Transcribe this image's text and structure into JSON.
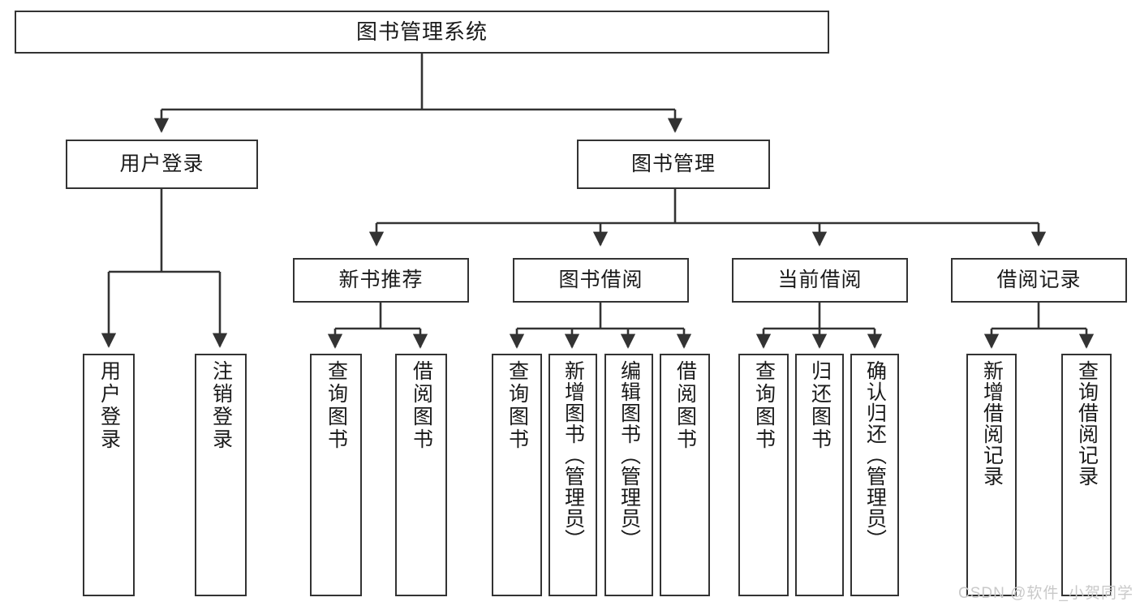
{
  "diagram": {
    "type": "tree",
    "title": "图书管理系统",
    "watermark": "CSDN @软件_小贺同学",
    "colors": {
      "stroke": "#333333",
      "fill": "#ffffff",
      "text": "#1a1a1a",
      "watermark": "#c9c9c9"
    },
    "nodes": {
      "root": {
        "label": "图书管理系统"
      },
      "level2": [
        {
          "id": "user-login",
          "label": "用户登录"
        },
        {
          "id": "book-manage",
          "label": "图书管理"
        }
      ],
      "level3": [
        {
          "id": "new-book-rec",
          "label": "新书推荐"
        },
        {
          "id": "book-borrow",
          "label": "图书借阅"
        },
        {
          "id": "current-borrow",
          "label": "当前借阅"
        },
        {
          "id": "borrow-record",
          "label": "借阅记录"
        }
      ],
      "leaves": [
        {
          "id": "leaf-user-login",
          "label": "用户登录",
          "parent": "user-login"
        },
        {
          "id": "leaf-user-logout",
          "label": "注销登录",
          "parent": "user-login"
        },
        {
          "id": "leaf-query-book-1",
          "label": "查询图书",
          "parent": "new-book-rec"
        },
        {
          "id": "leaf-borrow-book-1",
          "label": "借阅图书",
          "parent": "new-book-rec"
        },
        {
          "id": "leaf-query-book-2",
          "label": "查询图书",
          "parent": "book-borrow"
        },
        {
          "id": "leaf-add-book",
          "label": "新增图书（管理员）",
          "parent": "book-borrow"
        },
        {
          "id": "leaf-edit-book",
          "label": "编辑图书（管理员）",
          "parent": "book-borrow"
        },
        {
          "id": "leaf-borrow-book-2",
          "label": "借阅图书",
          "parent": "book-borrow"
        },
        {
          "id": "leaf-query-book-3",
          "label": "查询图书",
          "parent": "current-borrow"
        },
        {
          "id": "leaf-return-book",
          "label": "归还图书",
          "parent": "current-borrow"
        },
        {
          "id": "leaf-confirm-return",
          "label": "确认归还（管理员）",
          "parent": "current-borrow"
        },
        {
          "id": "leaf-add-record",
          "label": "新增借阅记录",
          "parent": "borrow-record"
        },
        {
          "id": "leaf-query-record",
          "label": "查询借阅记录",
          "parent": "borrow-record"
        }
      ]
    }
  }
}
